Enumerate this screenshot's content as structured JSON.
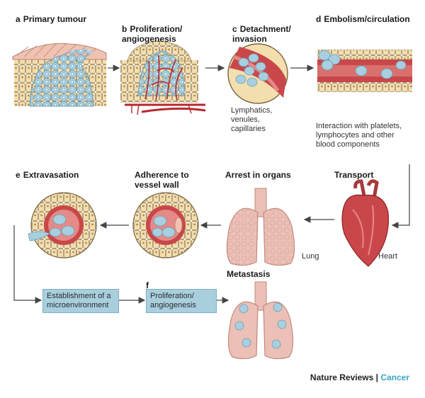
{
  "stages": {
    "a": {
      "letter": "a",
      "label": "Primary tumour"
    },
    "b": {
      "letter": "b",
      "label": "Proliferation/\nangiogenesis"
    },
    "c": {
      "letter": "c",
      "label": "Detachment/\ninvasion"
    },
    "d": {
      "letter": "d",
      "label": "Embolism/circulation"
    },
    "e": {
      "letter": "e",
      "label": "Extravasation"
    },
    "adherence": {
      "label": "Adherence to\nvessel wall"
    },
    "arrest": {
      "label": "Arrest in organs"
    },
    "transport": {
      "label": "Transport"
    },
    "metastasis": {
      "label": "Metastasis"
    },
    "f": {
      "letter": "f"
    }
  },
  "notes": {
    "lymph": "Lymphatics,\nvenules,\ncapillaries",
    "interaction": "Interaction with platelets,\nlymphocytes and other\nblood components",
    "lung": "Lung",
    "heart": "Heart"
  },
  "boxes": {
    "micro": "Establishment of a\nmicroenvironment",
    "prolif": "Proliferation/\nangiogenesis"
  },
  "credit": {
    "main": "Nature Reviews",
    "sep": " | ",
    "accent": "Cancer"
  },
  "colors": {
    "cell": "#f3dfae",
    "tumour": "#a7cfe0",
    "vessel": "#c9474a",
    "lung": "#ecc0b6",
    "box": "#a9cfdf"
  }
}
